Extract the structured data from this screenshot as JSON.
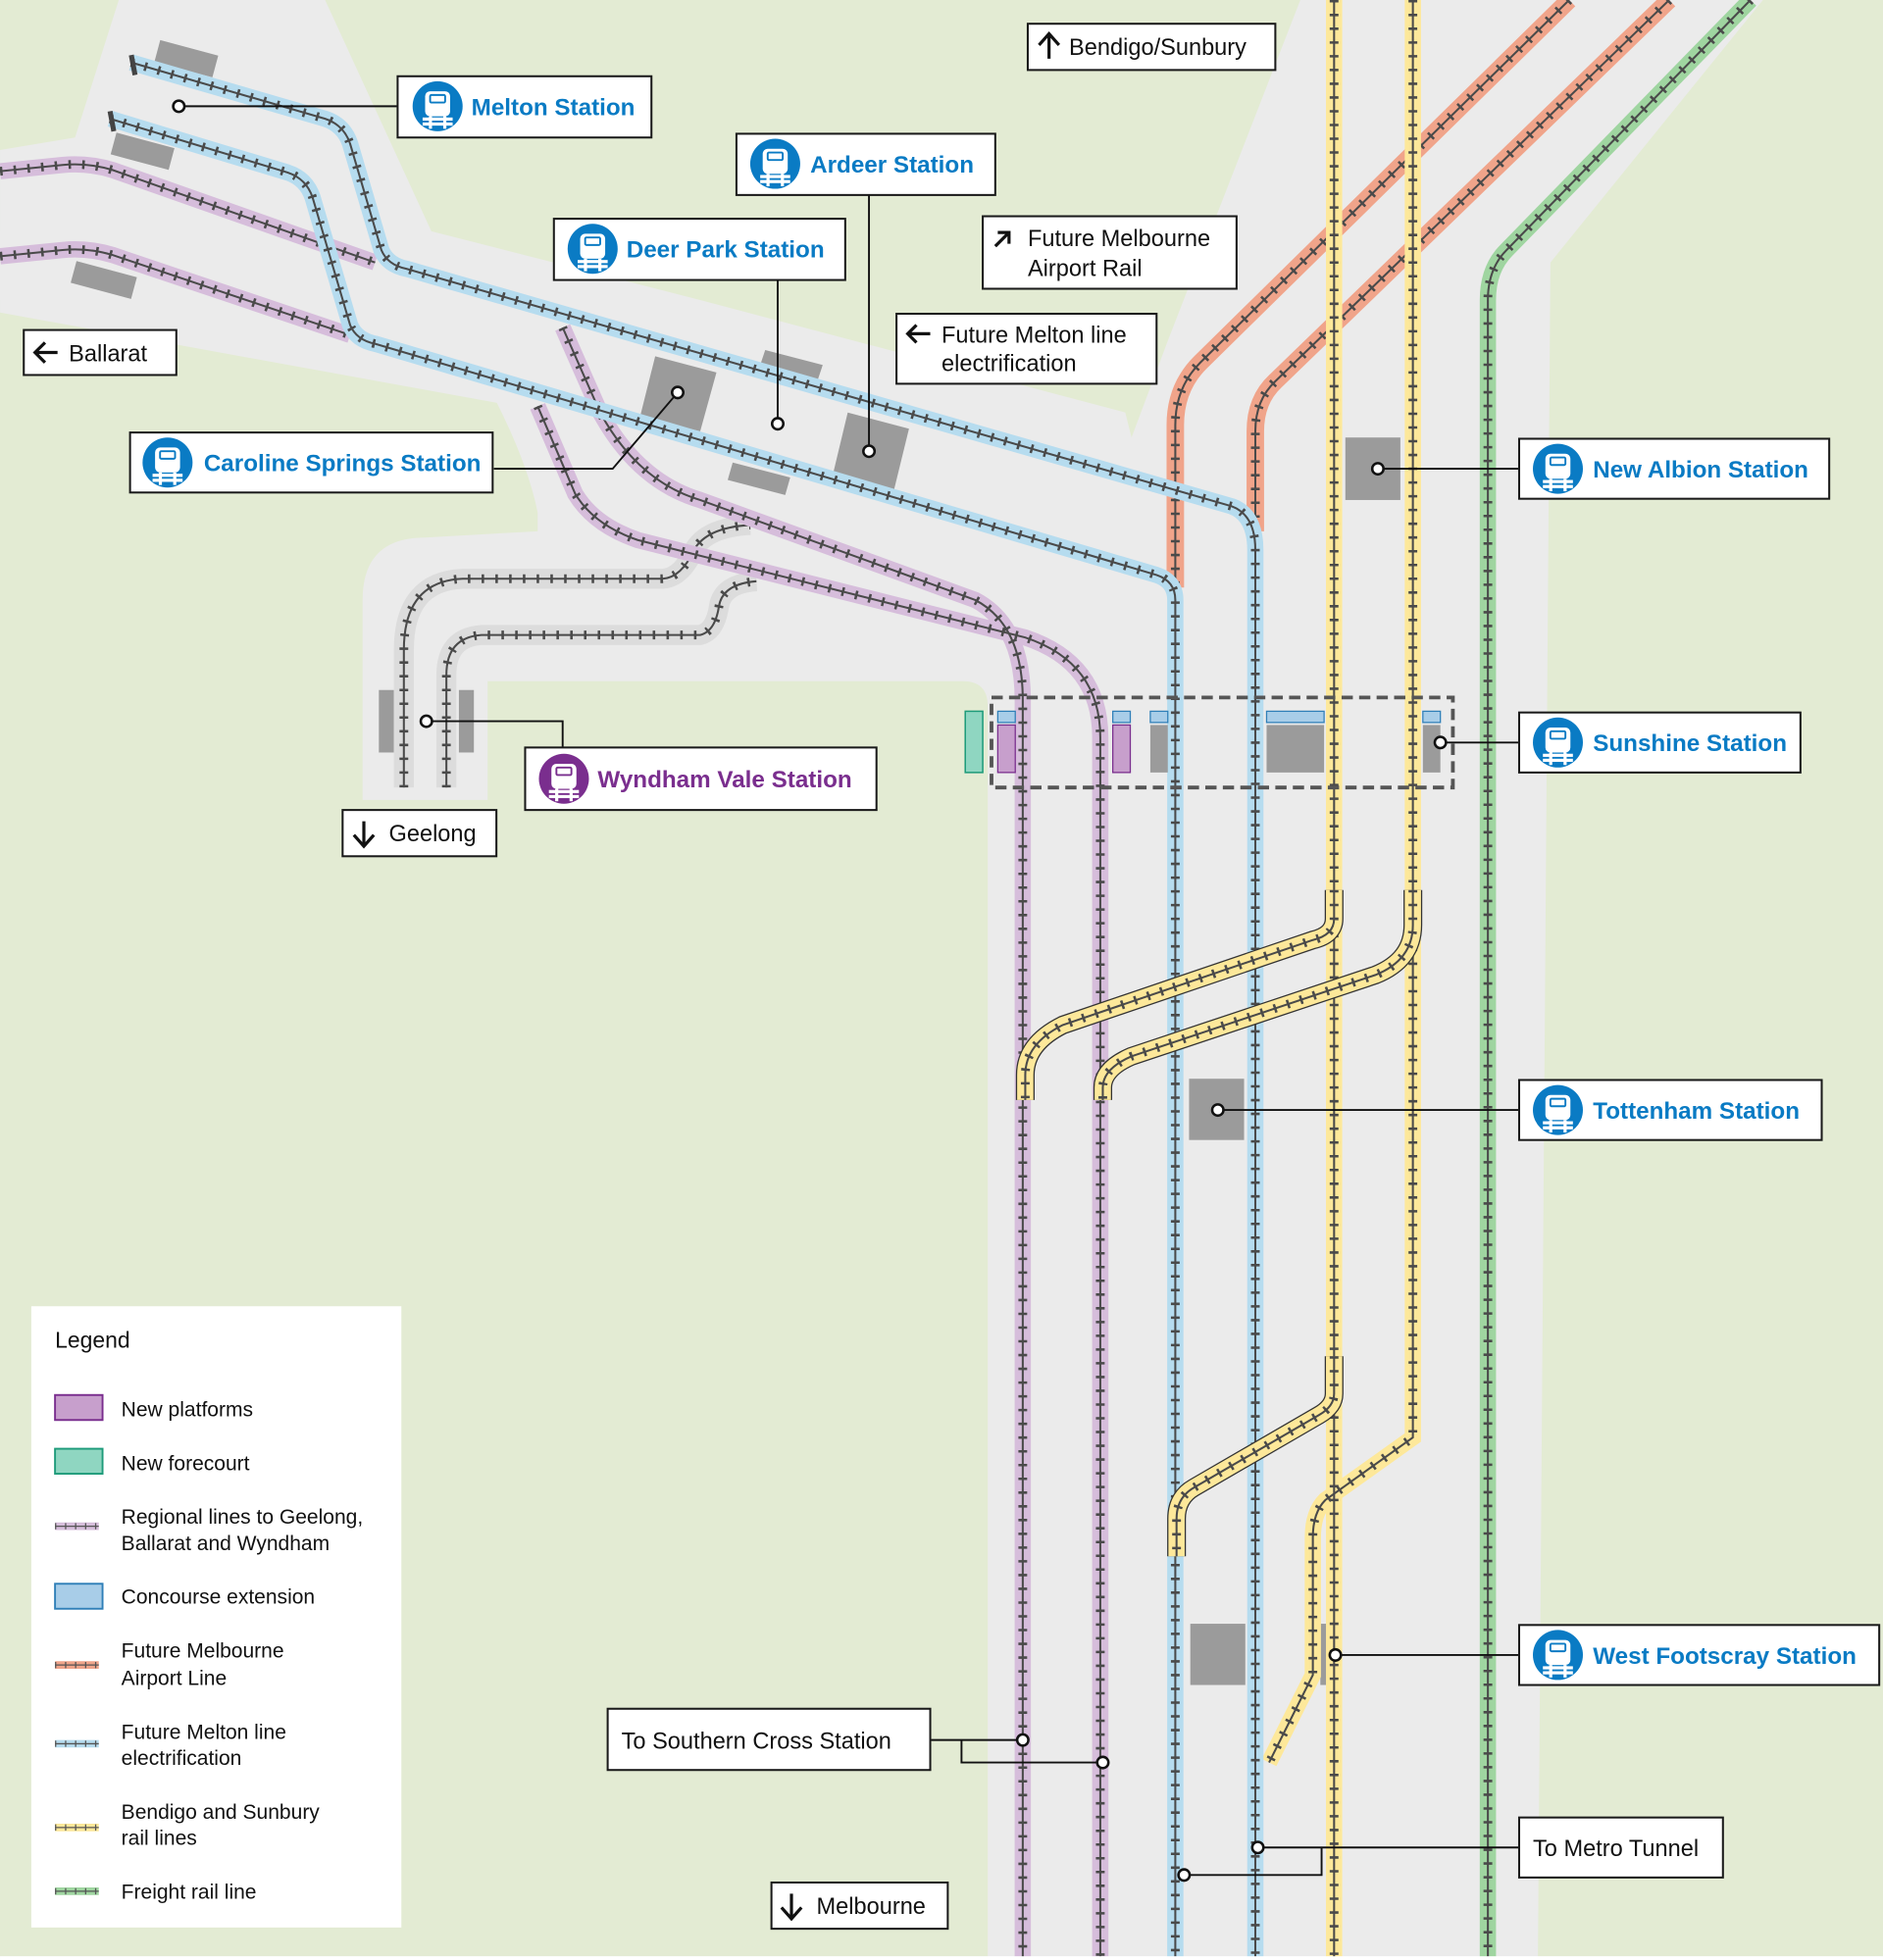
{
  "map": {
    "colors": {
      "background": "#e3ebd3",
      "corridor": "#ebebeb",
      "regional": "#d6bddb",
      "melton": "#b6dcef",
      "airport": "#f0a48a",
      "bendigo_sunbury": "#fde89a",
      "freight": "#9fd5a0",
      "station_blue": "#0a7bc4",
      "station_purple": "#7a2e8e",
      "platform_grey": "#9b9b9b",
      "new_platforms": "#c79fcc",
      "new_forecourt": "#8fd6c1",
      "concourse": "#a8cde8"
    },
    "stations": [
      {
        "id": "melton",
        "name": "Melton Station",
        "icon": "train-station-icon",
        "color": "blue"
      },
      {
        "id": "ardeer",
        "name": "Ardeer Station",
        "icon": "train-station-icon",
        "color": "blue"
      },
      {
        "id": "deer-park",
        "name": "Deer Park Station",
        "icon": "train-station-icon",
        "color": "blue"
      },
      {
        "id": "caroline-springs",
        "name": "Caroline Springs Station",
        "icon": "train-station-icon",
        "color": "blue"
      },
      {
        "id": "wyndham-vale",
        "name": "Wyndham Vale Station",
        "icon": "train-station-icon",
        "color": "purple"
      },
      {
        "id": "new-albion",
        "name": "New Albion Station",
        "icon": "train-station-icon",
        "color": "blue"
      },
      {
        "id": "sunshine",
        "name": "Sunshine Station",
        "icon": "train-station-icon",
        "color": "blue"
      },
      {
        "id": "tottenham",
        "name": "Tottenham Station",
        "icon": "train-station-icon",
        "color": "blue"
      },
      {
        "id": "west-footscray",
        "name": "West Footscray Station",
        "icon": "train-station-icon",
        "color": "blue"
      }
    ],
    "directions": [
      {
        "id": "bendigo-sunbury",
        "icon": "arrow-up-icon",
        "lines": [
          "Bendigo/Sunbury"
        ]
      },
      {
        "id": "airport-rail",
        "icon": "arrow-up-right-icon",
        "lines": [
          "Future Melbourne",
          "Airport Rail"
        ]
      },
      {
        "id": "melton-electrification",
        "icon": "arrow-left-icon",
        "lines": [
          "Future Melton line",
          "electrification"
        ]
      },
      {
        "id": "ballarat",
        "icon": "arrow-left-icon",
        "lines": [
          "Ballarat"
        ]
      },
      {
        "id": "geelong",
        "icon": "arrow-down-icon",
        "lines": [
          "Geelong"
        ]
      },
      {
        "id": "melbourne",
        "icon": "arrow-down-icon",
        "lines": [
          "Melbourne"
        ]
      }
    ],
    "callouts": [
      {
        "id": "southern-cross",
        "text": "To Southern Cross Station"
      },
      {
        "id": "metro-tunnel",
        "text": "To Metro Tunnel"
      }
    ]
  },
  "legend": {
    "title": "Legend",
    "items": [
      {
        "type": "swatch",
        "color": "#c79fcc",
        "stroke": "#7a2e8e",
        "lines": [
          "New platforms"
        ]
      },
      {
        "type": "swatch",
        "color": "#8fd6c1",
        "stroke": "#1e9b7a",
        "lines": [
          "New forecourt"
        ]
      },
      {
        "type": "track",
        "color": "#d6bddb",
        "lines": [
          "Regional lines to Geelong,",
          "Ballarat and Wyndham"
        ]
      },
      {
        "type": "swatch",
        "color": "#a8cde8",
        "stroke": "#2f7fb8",
        "lines": [
          "Concourse extension"
        ]
      },
      {
        "type": "track",
        "color": "#f0a48a",
        "lines": [
          "Future Melbourne",
          "Airport Line"
        ]
      },
      {
        "type": "track",
        "color": "#b6dcef",
        "lines": [
          "Future Melton line",
          "electrification"
        ]
      },
      {
        "type": "track",
        "color": "#fde89a",
        "lines": [
          "Bendigo and Sunbury",
          "rail lines"
        ]
      },
      {
        "type": "track",
        "color": "#9fd5a0",
        "lines": [
          "Freight rail line"
        ]
      }
    ]
  }
}
